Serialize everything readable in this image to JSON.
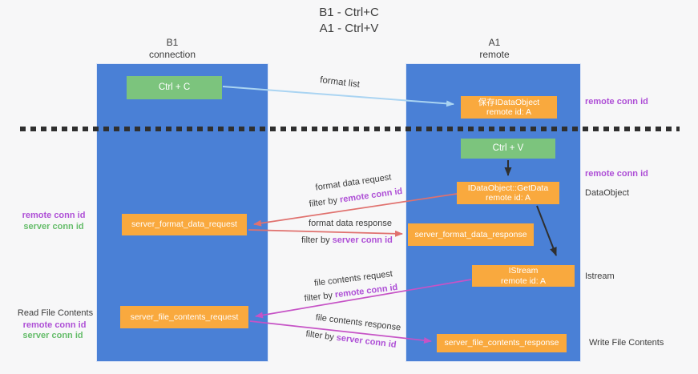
{
  "title": {
    "line1": "B1 - Ctrl+C",
    "line2": "A1 - Ctrl+V"
  },
  "lanes": {
    "left": {
      "title": "B1",
      "subtitle": "connection"
    },
    "right": {
      "title": "A1",
      "subtitle": "remote"
    }
  },
  "nodes": {
    "ctrl_c": {
      "label": "Ctrl + C"
    },
    "ctrl_v": {
      "label": "Ctrl + V"
    },
    "save_idataobject": {
      "line1": "保存IDataObject",
      "line2": "remote id: A"
    },
    "idataobject_getdata": {
      "line1": "IDataObject::GetData",
      "line2": "remote id: A"
    },
    "istream": {
      "line1": "IStream",
      "line2": "remote id: A"
    },
    "server_format_data_request": {
      "label": "server_format_data_request"
    },
    "server_format_data_response": {
      "label": "server_format_data_response"
    },
    "server_file_contents_request": {
      "label": "server_file_contents_request"
    },
    "server_file_contents_response": {
      "label": "server_file_contents_response"
    }
  },
  "right_labels": {
    "remote_conn_id_top": "remote conn id",
    "remote_conn_id_mid": "remote conn id",
    "dataobject": "DataObject",
    "istream": "Istream",
    "write_file_contents": "Write File Contents"
  },
  "left_labels": {
    "remote_conn_id_mid": "remote conn id",
    "server_conn_id_mid": "server conn id",
    "read_file_contents": "Read File Contents",
    "remote_conn_id_bottom": "remote conn id",
    "server_conn_id_bottom": "server conn id"
  },
  "flow_labels": {
    "format_list": "format list",
    "format_data_request": "format data request",
    "format_data_response": "format data response",
    "file_contents_request": "file contents request",
    "file_contents_response": "file contents response",
    "filter_by": "filter by ",
    "remote_conn_id": "remote conn id",
    "server_conn_id": "server conn id"
  },
  "colors": {
    "background": "#f7f7f8",
    "lane_blue": "#4a80d6",
    "node_orange": "#f9a93e",
    "node_green": "#7cc47d",
    "arrow_lightblue": "#aad4f2",
    "arrow_red": "#e0716e",
    "arrow_magenta": "#c653c6",
    "arrow_black": "#2f2f2f",
    "text_purple": "#ae4fd6",
    "text_green": "#66bd6b"
  }
}
